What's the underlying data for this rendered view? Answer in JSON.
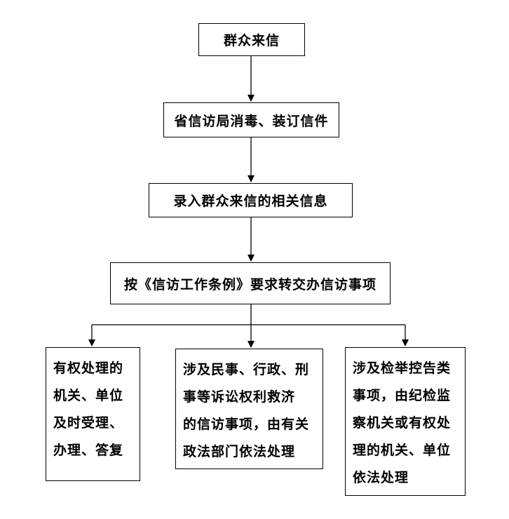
{
  "nodes": {
    "letters": "群众来信",
    "disinfect": "省信访局消毒、装订信件",
    "record": "录入群众来信的相关信息",
    "transfer": "按《信访工作条例》要求转交办信访事项",
    "branch_left": [
      "有权处理的",
      "机关、单位",
      "及时受理、",
      "办理、答复"
    ],
    "branch_middle": [
      "涉及民事、行政、刑",
      "事等诉讼权利救济",
      "的信访事项，由有关",
      "政法部门依法处理"
    ],
    "branch_right": [
      "涉及检举控告类",
      "事项，由纪检监",
      "察机关或有权处",
      "理的机关、单位",
      "依法处理"
    ]
  }
}
